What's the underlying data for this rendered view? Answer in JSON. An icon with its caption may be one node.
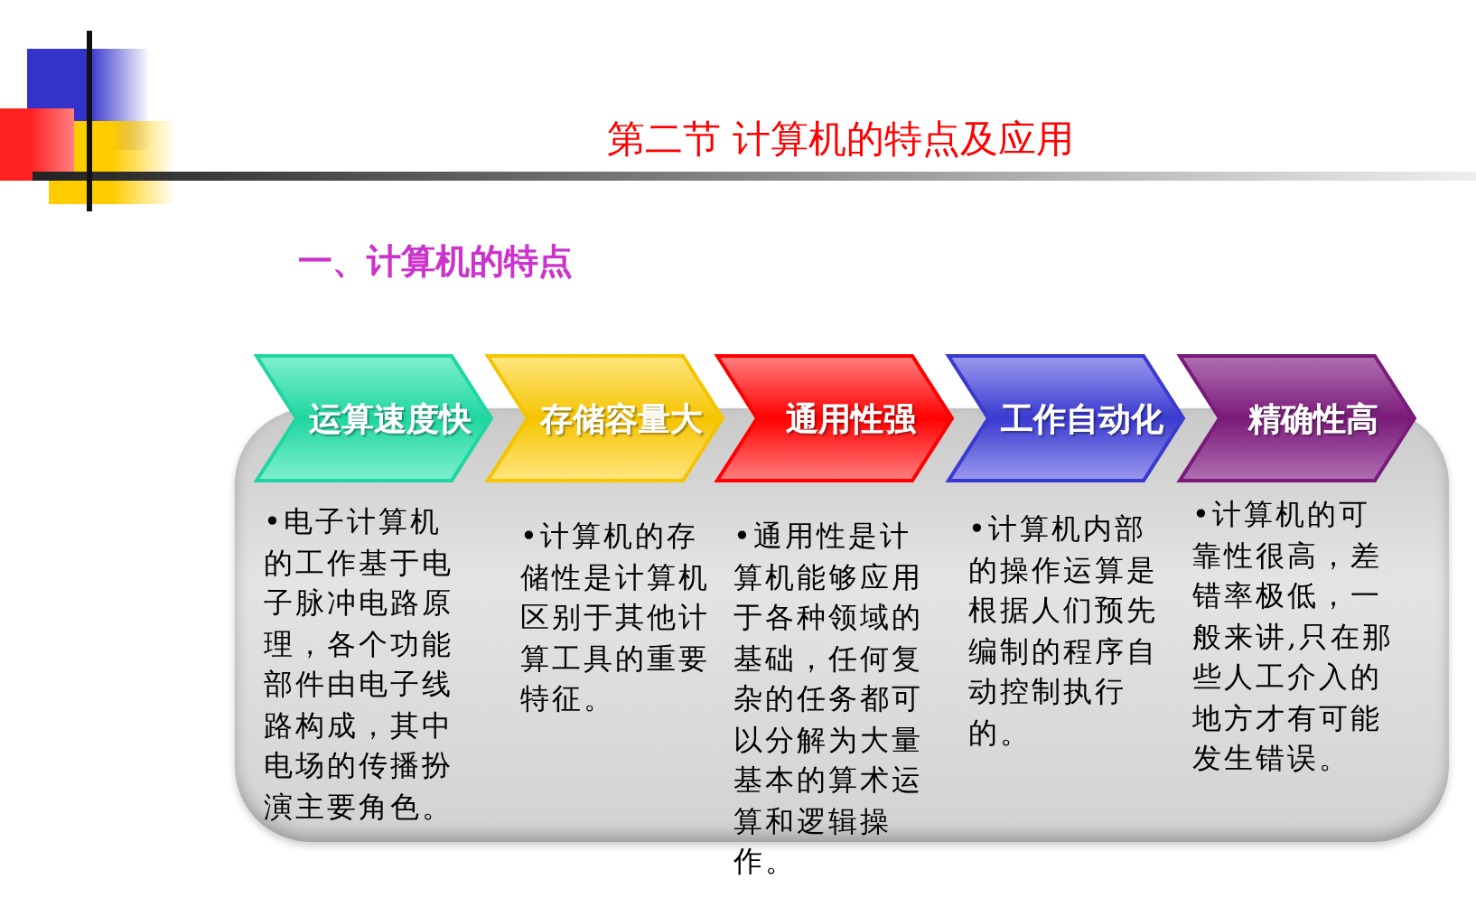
{
  "diagram": {
    "title": "第二节 计算机的特点及应用",
    "nodes": [
      {
        "text": [
          "运算速度快"
        ],
        "beside": [
          "•电子计算机的工作基于电子脉冲电路原理，各个功能部件由电子线路构成，其中电场的传播扮演主要角色。"
        ]
      },
      {
        "text": [
          "存储容量大"
        ],
        "beside": [
          "•计算机的存储性是计算机区别于其他计算工具的重要特征。"
        ]
      },
      {
        "text": [
          "通用性强"
        ],
        "beside": [
          "•通用性是计算机能够应用于各种领域的基础，任何复杂的任务都可以分解为大量基本的算术运算和逻辑操作。"
        ]
      },
      {
        "text": [
          "工作自动化"
        ],
        "beside": [
          "•计算机内部的操作运算是根据人们预先编制的程序自动控制执行的。"
        ]
      },
      {
        "text": [
          "精确性高"
        ],
        "beside": [
          "•计算机的可靠性很高，差错率极低，一般来讲,只在那些人工介入的地方才有可能发生错误。"
        ]
      }
    ],
    "labels": [
      "一、计算机的特点"
    ]
  }
}
